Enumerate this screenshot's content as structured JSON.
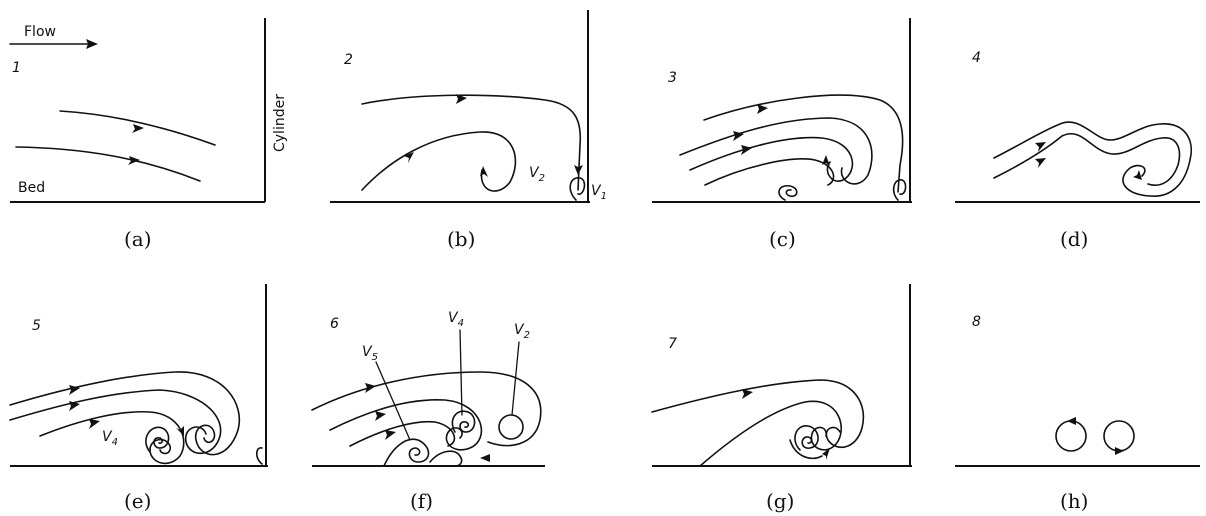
{
  "labels": {
    "flow": "Flow",
    "cylinder": "Cylinder",
    "bed": "Bed"
  },
  "panels": [
    {
      "id": "a",
      "step": "1",
      "caption": "(a)"
    },
    {
      "id": "b",
      "step": "2",
      "caption": "(b)",
      "vortex_labels": [
        "V2",
        "V1"
      ]
    },
    {
      "id": "c",
      "step": "3",
      "caption": "(c)"
    },
    {
      "id": "d",
      "step": "4",
      "caption": "(d)"
    },
    {
      "id": "e",
      "step": "5",
      "caption": "(e)",
      "vortex_labels": [
        "V4"
      ]
    },
    {
      "id": "f",
      "step": "6",
      "caption": "(f)",
      "vortex_labels": [
        "V5",
        "V4",
        "V2"
      ]
    },
    {
      "id": "g",
      "step": "7",
      "caption": "(g)"
    },
    {
      "id": "h",
      "step": "8",
      "caption": "(h)"
    }
  ]
}
